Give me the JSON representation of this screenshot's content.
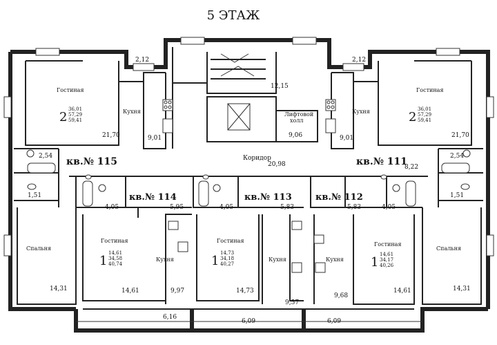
{
  "title": "5 ЭТАЖ",
  "common": {
    "stair_area": "12,15",
    "lift_hall_line1": "Лифтовой",
    "lift_hall_line2": "холл",
    "lift_hall_area": "9,06",
    "corridor_label": "Коридор",
    "corridor_area": "20,98",
    "tl_balcony_area": "2,12",
    "tr_balcony_area": "2,12"
  },
  "apartments": [
    {
      "id": "a115",
      "label": "кв.№ 115",
      "rooms_count": "2",
      "area_lines": [
        "36,01",
        "57,29",
        "59,41"
      ],
      "living_label": "Гостиная",
      "living_area": "21,70",
      "kitchen_label": "Кухня",
      "kitchen_area": "9,01",
      "bath_area": "2,54",
      "wc_area": "1,51",
      "bedroom_label": "Спальня",
      "bedroom_area": "14,31"
    },
    {
      "id": "a111",
      "label": "кв.№ 111",
      "rooms_count": "2",
      "area_lines": [
        "36,01",
        "57,29",
        "59,41"
      ],
      "living_label": "Гостиная",
      "living_area": "21,70",
      "kitchen_label": "Кухня",
      "kitchen_area": "9,01",
      "bath_area": "2,54",
      "wc_area": "1,51",
      "hall_area": "8,22",
      "bedroom_label": "Спальня",
      "bedroom_area": "14,31"
    },
    {
      "id": "a114",
      "label": "кв.№ 114",
      "rooms_count": "1",
      "area_lines": [
        "14,61",
        "34,58",
        "40,74"
      ],
      "living_label": "Гостиная",
      "living_area": "14,61",
      "kitchen_label": "Кухня",
      "kitchen_area": "9,97",
      "bath_area": "4,05",
      "hall_area": "5,95",
      "balcony_area": "6,16"
    },
    {
      "id": "a113",
      "label": "кв.№ 113",
      "rooms_count": "1",
      "area_lines": [
        "14,73",
        "34,18",
        "40,27"
      ],
      "living_label": "Гостиная",
      "living_area": "14,73",
      "kitchen_label": "Кухня",
      "kitchen_area": "9,57",
      "bath_area": "4,05",
      "hall_area": "5,83",
      "balcony_area": "6,09"
    },
    {
      "id": "a112",
      "label": "кв.№ 112",
      "rooms_count": "1",
      "area_lines": [
        "14,61",
        "34,17",
        "40,26"
      ],
      "living_label": "Гостиная",
      "living_area": "14,61",
      "kitchen_label": "Кухня",
      "kitchen_area": "9,68",
      "bath_area": "4,05",
      "hall_area": "5,83",
      "balcony_area": "6,09"
    }
  ]
}
